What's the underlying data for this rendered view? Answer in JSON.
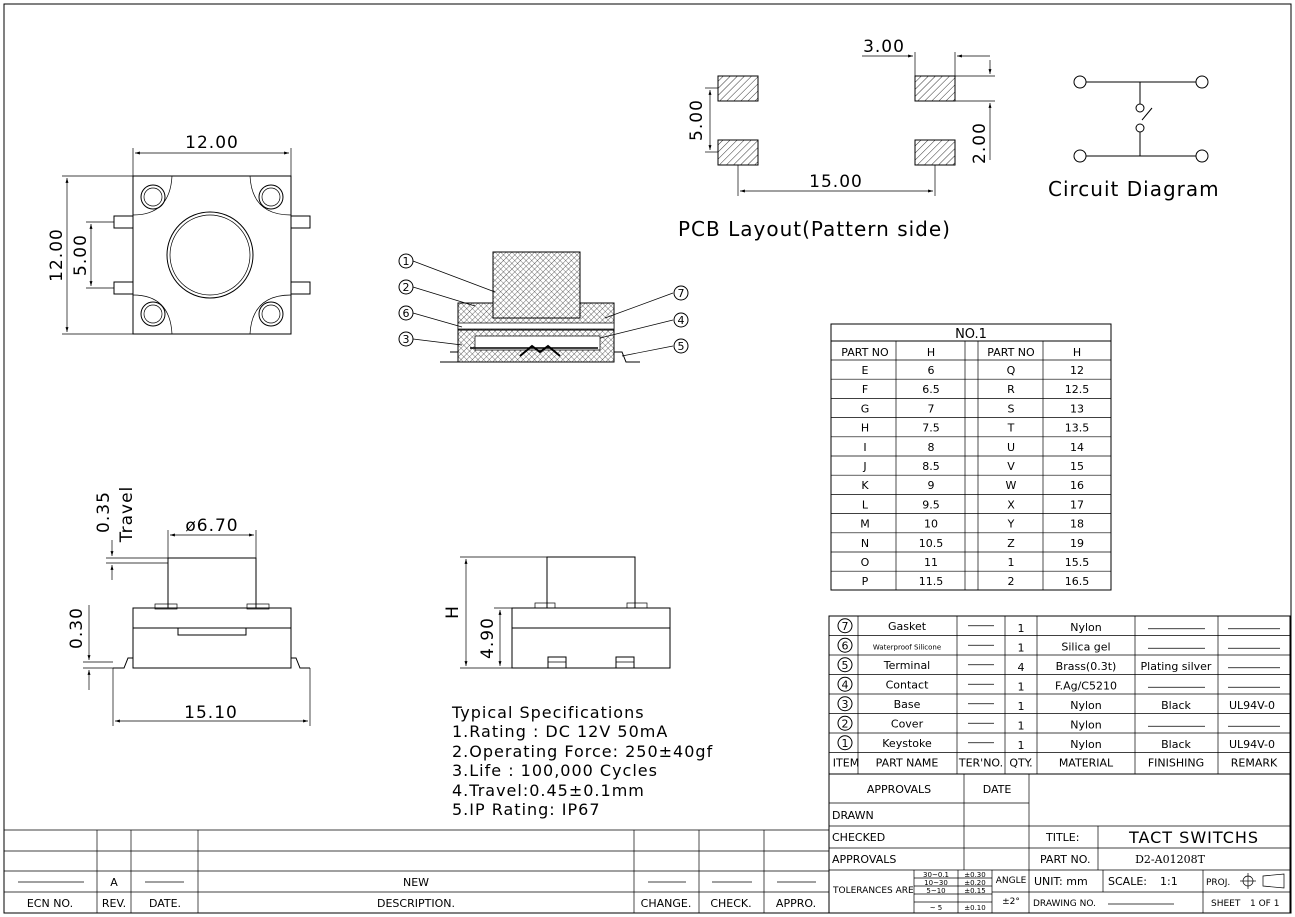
{
  "top_view": {
    "width": "12.00",
    "height": "12.00",
    "pin_pitch": "5.00"
  },
  "pcb_layout": {
    "title": "PCB Layout(Pattern side)",
    "pad_width": "3.00",
    "pad_pitch_v": "5.00",
    "pad_height": "2.00",
    "pad_span": "15.00"
  },
  "circuit": {
    "title": "Circuit Diagram"
  },
  "cross_section": {
    "callouts": [
      "1",
      "2",
      "6",
      "3",
      "7",
      "4",
      "5"
    ]
  },
  "side_view": {
    "travel_value": "0.35",
    "travel_label": "Travel",
    "diameter": "ø6.70",
    "base_height": "0.30",
    "overall": "15.10"
  },
  "height_view": {
    "h_label": "H",
    "body_height": "4.90"
  },
  "specs": {
    "title": "Typical Specifications",
    "lines": [
      "1.Rating : DC 12V 50mA",
      "2.Operating Force: 250±40gf",
      "3.Life : 100,000 Cycles",
      "4.Travel:0.45±0.1mm",
      "5.IP Rating:  IP67"
    ]
  },
  "height_table": {
    "title": "NO.1",
    "headers": [
      "PART NO",
      "H",
      "PART NO",
      "H"
    ],
    "rows": [
      [
        "E",
        "6",
        "Q",
        "12"
      ],
      [
        "F",
        "6.5",
        "R",
        "12.5"
      ],
      [
        "G",
        "7",
        "S",
        "13"
      ],
      [
        "H",
        "7.5",
        "T",
        "13.5"
      ],
      [
        "I",
        "8",
        "U",
        "14"
      ],
      [
        "J",
        "8.5",
        "V",
        "15"
      ],
      [
        "K",
        "9",
        "W",
        "16"
      ],
      [
        "L",
        "9.5",
        "X",
        "17"
      ],
      [
        "M",
        "10",
        "Y",
        "18"
      ],
      [
        "N",
        "10.5",
        "Z",
        "19"
      ],
      [
        "O",
        "11",
        "1",
        "15.5"
      ],
      [
        "P",
        "11.5",
        "2",
        "16.5"
      ]
    ]
  },
  "bom": {
    "headers": [
      "ITEM",
      "PART NAME",
      "TER'NO.",
      "QTY.",
      "MATERIAL",
      "FINISHING",
      "REMARK"
    ],
    "rows": [
      {
        "item": "7",
        "name": "Gasket",
        "qty": "1",
        "material": "Nylon",
        "finishing": "",
        "remark": ""
      },
      {
        "item": "6",
        "name": "Waterproof Silicone",
        "qty": "1",
        "material": "Silica gel",
        "finishing": "",
        "remark": ""
      },
      {
        "item": "5",
        "name": "Terminal",
        "qty": "4",
        "material": "Brass(0.3t)",
        "finishing": "Plating silver",
        "remark": ""
      },
      {
        "item": "4",
        "name": "Contact",
        "qty": "1",
        "material": "F.Ag/C5210",
        "finishing": "",
        "remark": ""
      },
      {
        "item": "3",
        "name": "Base",
        "qty": "1",
        "material": "Nylon",
        "finishing": "Black",
        "remark": "UL94V-0"
      },
      {
        "item": "2",
        "name": "Cover",
        "qty": "1",
        "material": "Nylon",
        "finishing": "",
        "remark": ""
      },
      {
        "item": "1",
        "name": "Keystoke",
        "qty": "1",
        "material": "Nylon",
        "finishing": "Black",
        "remark": "UL94V-0"
      }
    ]
  },
  "title_block": {
    "approvals": "APPROVALS",
    "date": "DATE",
    "drawn": "DRAWN",
    "checked": "CHECKED",
    "approvals2": "APPROVALS",
    "title_label": "TITLE:",
    "title_value": "TACT SWITCHS",
    "part_label": "PART NO.",
    "part_value": "D2-A01208T",
    "tolerances": "TOLERANCES ARE",
    "tol_ranges": [
      "30~0.1",
      "10~30",
      "5~10",
      "~ 5"
    ],
    "tol_values": [
      "±0.30",
      "±0.20",
      "±0.15",
      "±0.10"
    ],
    "angle": "ANGLE",
    "angle_value": "±2°",
    "unit": "UNIT: mm",
    "scale": "SCALE:",
    "scale_value": "1:1",
    "proj": "PROJ.",
    "drawing_no": "DRAWING NO.",
    "sheet": "SHEET",
    "sheet_value": "1  OF  1"
  },
  "revision_block": {
    "rev": "A",
    "description": "NEW",
    "headers": [
      "ECN NO.",
      "REV.",
      "DATE.",
      "DESCRIPTION.",
      "CHANGE.",
      "CHECK.",
      "APPRO."
    ]
  }
}
